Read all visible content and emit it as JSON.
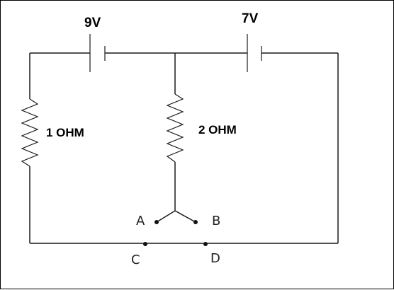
{
  "circuit": {
    "batteries": {
      "left": {
        "label": "9V"
      },
      "right": {
        "label": "7V"
      }
    },
    "resistors": {
      "left": {
        "label": "1 OHM"
      },
      "middle": {
        "label": "2 OHM"
      }
    },
    "terminals": {
      "a": "A",
      "b": "B",
      "c": "C",
      "d": "D"
    }
  }
}
